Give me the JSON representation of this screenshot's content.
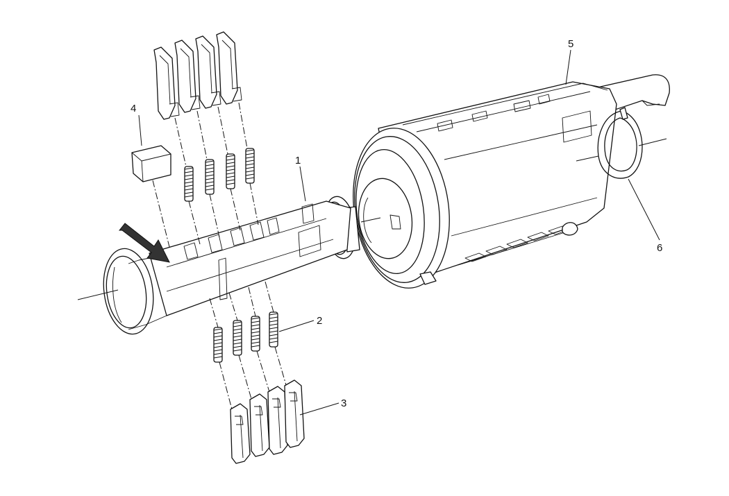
{
  "callouts": {
    "c1": "1",
    "c2": "2",
    "c3": "3",
    "c4": "4",
    "c5": "5",
    "c6": "6"
  },
  "colors": {
    "line": "#111111",
    "background": "#ffffff",
    "arrow": "#333333"
  }
}
